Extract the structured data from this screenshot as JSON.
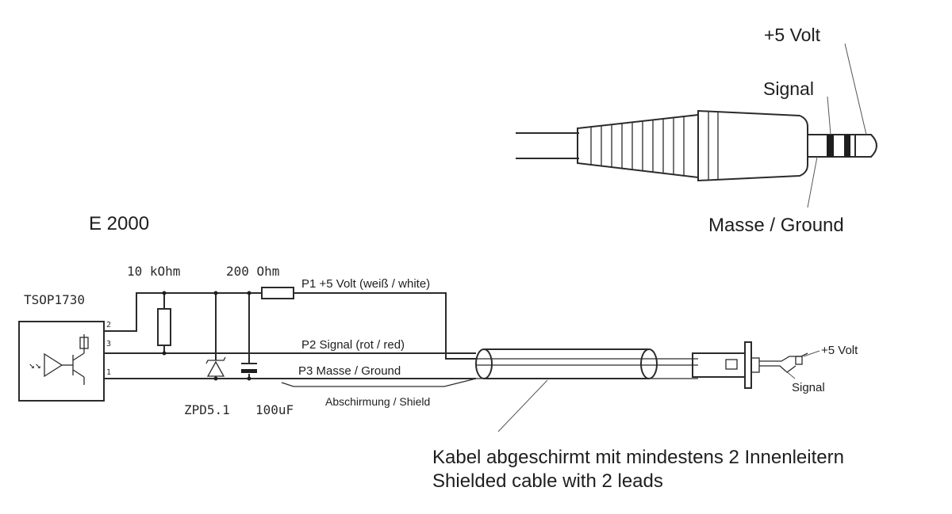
{
  "title": "E 2000",
  "plug": {
    "labels": {
      "plus5": "+5 Volt",
      "signal": "Signal",
      "ground": "Masse / Ground"
    }
  },
  "schematic": {
    "sensor": "TSOP1730",
    "resistor1": "10 kOhm",
    "resistor2": "200 Ohm",
    "zener": "ZPD5.1",
    "capacitor": "100uF",
    "pins": {
      "p1": "2",
      "p2": "3",
      "p3": "1"
    },
    "lines": {
      "p1": "P1  +5 Volt (weiß / white)",
      "p2": "P2  Signal (rot / red)",
      "p3": "P3  Masse / Ground",
      "shield": "Abschirmung / Shield"
    }
  },
  "connector": {
    "plus5": "+5 Volt",
    "signal": "Signal"
  },
  "cable_note": {
    "de": "Kabel abgeschirmt mit mindestens 2 Innenleitern",
    "en": "Shielded cable with 2 leads"
  },
  "colors": {
    "ink": "#1e1e1e",
    "background": "#ffffff"
  }
}
